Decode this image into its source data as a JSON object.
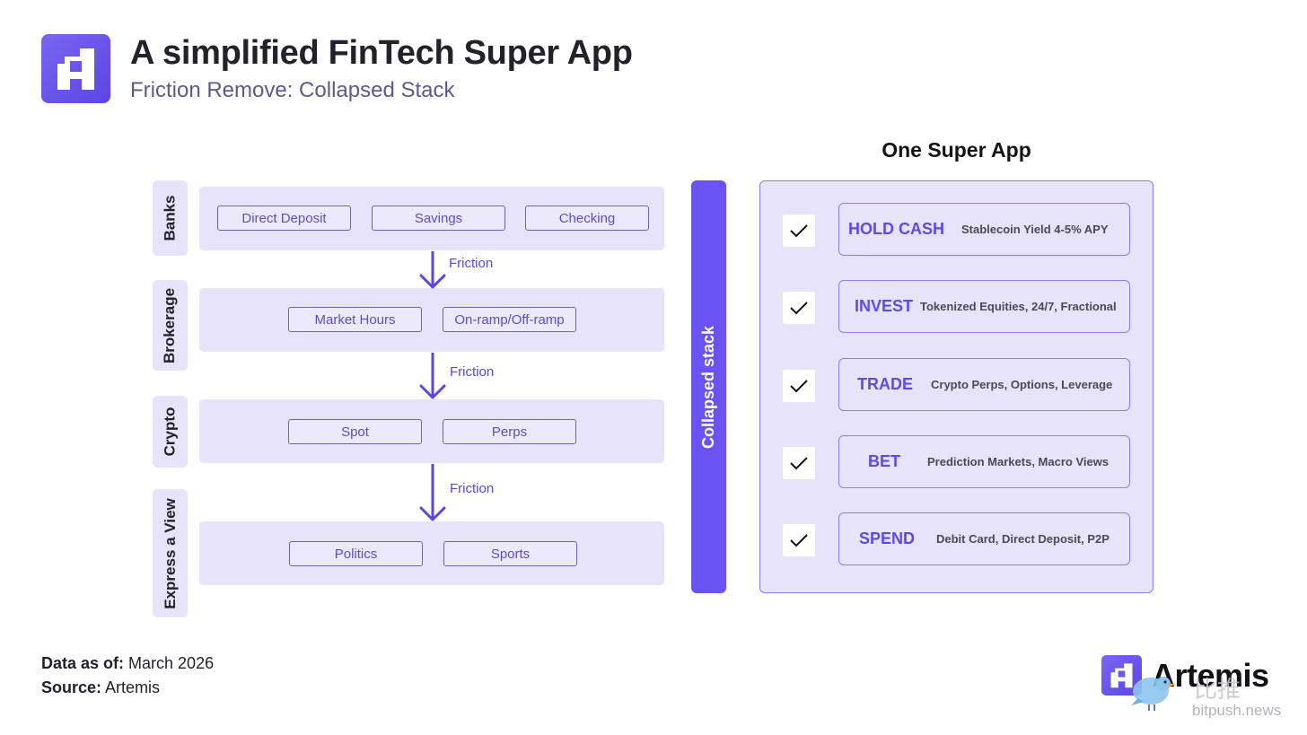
{
  "header": {
    "title": "A simplified FinTech Super App",
    "subtitle": "Friction Remove: Collapsed Stack"
  },
  "stack": {
    "layers": [
      {
        "label": "Banks",
        "items": [
          "Direct Deposit",
          "Savings",
          "Checking"
        ]
      },
      {
        "label": "Brokerage",
        "items": [
          "Market Hours",
          "On-ramp/Off-ramp"
        ]
      },
      {
        "label": "Crypto",
        "items": [
          "Spot",
          "Perps"
        ]
      },
      {
        "label": "Express a View",
        "items": [
          "Politics",
          "Sports"
        ]
      }
    ],
    "friction_label": "Friction"
  },
  "collapsed_label": "Collapsed stack",
  "super_app": {
    "title": "One Super App",
    "features": [
      {
        "name": "HOLD CASH",
        "desc": "Stablecoin Yield 4-5% APY"
      },
      {
        "name": "INVEST",
        "desc": "Tokenized Equities, 24/7, Fractional"
      },
      {
        "name": "TRADE",
        "desc": "Crypto Perps, Options, Leverage"
      },
      {
        "name": "BET",
        "desc": "Prediction Markets, Macro Views"
      },
      {
        "name": "SPEND",
        "desc": "Debit Card, Direct Deposit, P2P"
      }
    ]
  },
  "footer": {
    "data_label": "Data as of:",
    "data_value": " March 2026",
    "source_label": "Source:",
    "source_value": " Artemis",
    "brand": "Artemis"
  },
  "watermark": {
    "cn_text": "比推",
    "url": "bitpush.news"
  },
  "colors": {
    "accent": "#6b52f2",
    "panel": "#e6e3fa",
    "feature_text": "#5c4be4"
  },
  "icons": {
    "logo": "artemis-logo-icon",
    "check": "checkmark-icon",
    "arrow": "arrow-down-icon",
    "watermark": "bird-icon"
  }
}
